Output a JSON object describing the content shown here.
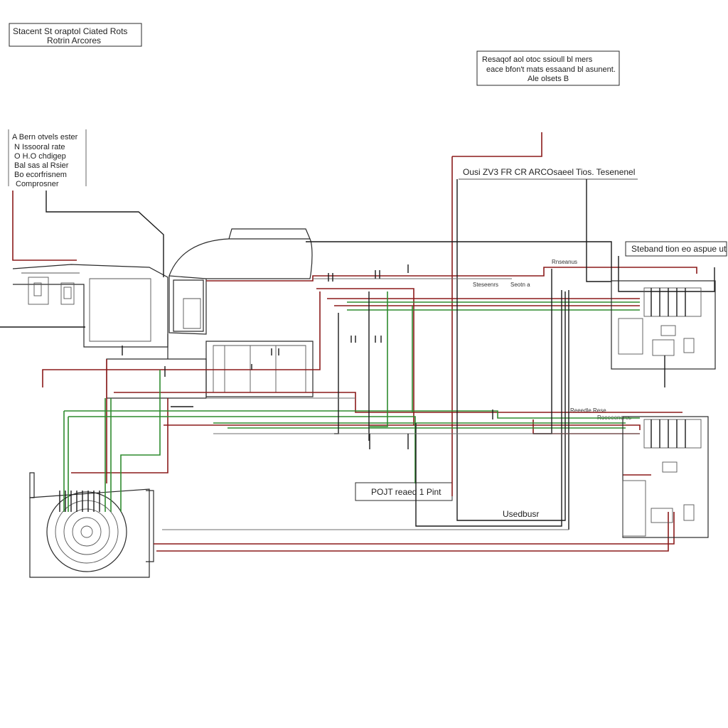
{
  "labels": {
    "top_left_line1": "Stacent St oraptol Ciated Rots",
    "top_left_line2": "Rotrin Arcores",
    "top_right_line1": "Resaqof aol otoc ssioull bl mers",
    "top_right_line2": "eace bfon't mats essaand bl asunent.",
    "top_right_line3": "Ale olsets B",
    "left_line1": "A Bern otvels ester",
    "left_line2": "N Issooral rate",
    "left_line3": "O H.O chdigep",
    "left_line4": "Bal sas al Rsier",
    "left_line5": "Bo ecorfrisnem",
    "left_line6": "Comprosner",
    "center_box": "Ousi ZV3 FR CR ARCOsaeel",
    "center_box_right": "Tios. Tesenenel",
    "right_box": "Steband tion eo aspue ut",
    "small_a": "Steseenrs",
    "small_b": "Seotn a",
    "small_c": "Rnseanus",
    "small_d": "Reeedle Rese",
    "small_e": "Roeeeeneres",
    "relay_label": "POJT reaed 1 Pint",
    "bottom_label": "Usedbusr"
  },
  "colors": {
    "wire_red": "#8b1a1a",
    "wire_green": "#2e8b2e",
    "wire_black": "#1a1a1a"
  }
}
